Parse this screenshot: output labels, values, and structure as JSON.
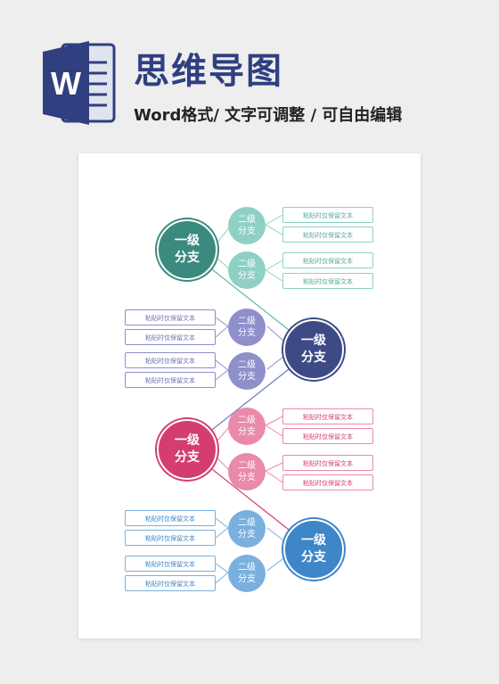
{
  "header": {
    "app_icon": "word-logo-icon",
    "logo_letter": "W",
    "title": "思维导图",
    "subtitle": "Word格式/ 文字可调整 / 可自由编辑"
  },
  "colors": {
    "teal": "#3b8a7e",
    "teal_light": "#8fd0c4",
    "navy": "#3d4a86",
    "lavender": "#8e8fcb",
    "pink": "#d53d71",
    "pink_light": "#e98aaa",
    "blue": "#3d86c8",
    "blue_light": "#7ab0de"
  },
  "mindmap": {
    "branches": [
      {
        "level1": [
          "一级",
          "分支"
        ],
        "level2": [
          {
            "label": [
              "二级",
              "分支"
            ],
            "items": [
              "粘贴时仅保留文本",
              "粘贴时仅保留文本"
            ]
          },
          {
            "label": [
              "二级",
              "分支"
            ],
            "items": [
              "粘贴时仅保留文本",
              "粘贴时仅保留文本"
            ]
          }
        ]
      },
      {
        "level1": [
          "一级",
          "分支"
        ],
        "level2": [
          {
            "label": [
              "二级",
              "分支"
            ],
            "items": [
              "粘贴时仅保留文本",
              "粘贴时仅保留文本"
            ]
          },
          {
            "label": [
              "二级",
              "分支"
            ],
            "items": [
              "粘贴时仅保留文本",
              "粘贴时仅保留文本"
            ]
          }
        ]
      },
      {
        "level1": [
          "一级",
          "分支"
        ],
        "level2": [
          {
            "label": [
              "二级",
              "分支"
            ],
            "items": [
              "粘贴时仅保留文本",
              "粘贴时仅保留文本"
            ]
          },
          {
            "label": [
              "二级",
              "分支"
            ],
            "items": [
              "粘贴时仅保留文本",
              "粘贴时仅保留文本"
            ]
          }
        ]
      },
      {
        "level1": [
          "一级",
          "分支"
        ],
        "level2": [
          {
            "label": [
              "二级",
              "分支"
            ],
            "items": [
              "粘贴时仅保留文本",
              "粘贴时仅保留文本"
            ]
          },
          {
            "label": [
              "二级",
              "分支"
            ],
            "items": [
              "粘贴时仅保留文本",
              "粘贴时仅保留文本"
            ]
          }
        ]
      }
    ]
  }
}
